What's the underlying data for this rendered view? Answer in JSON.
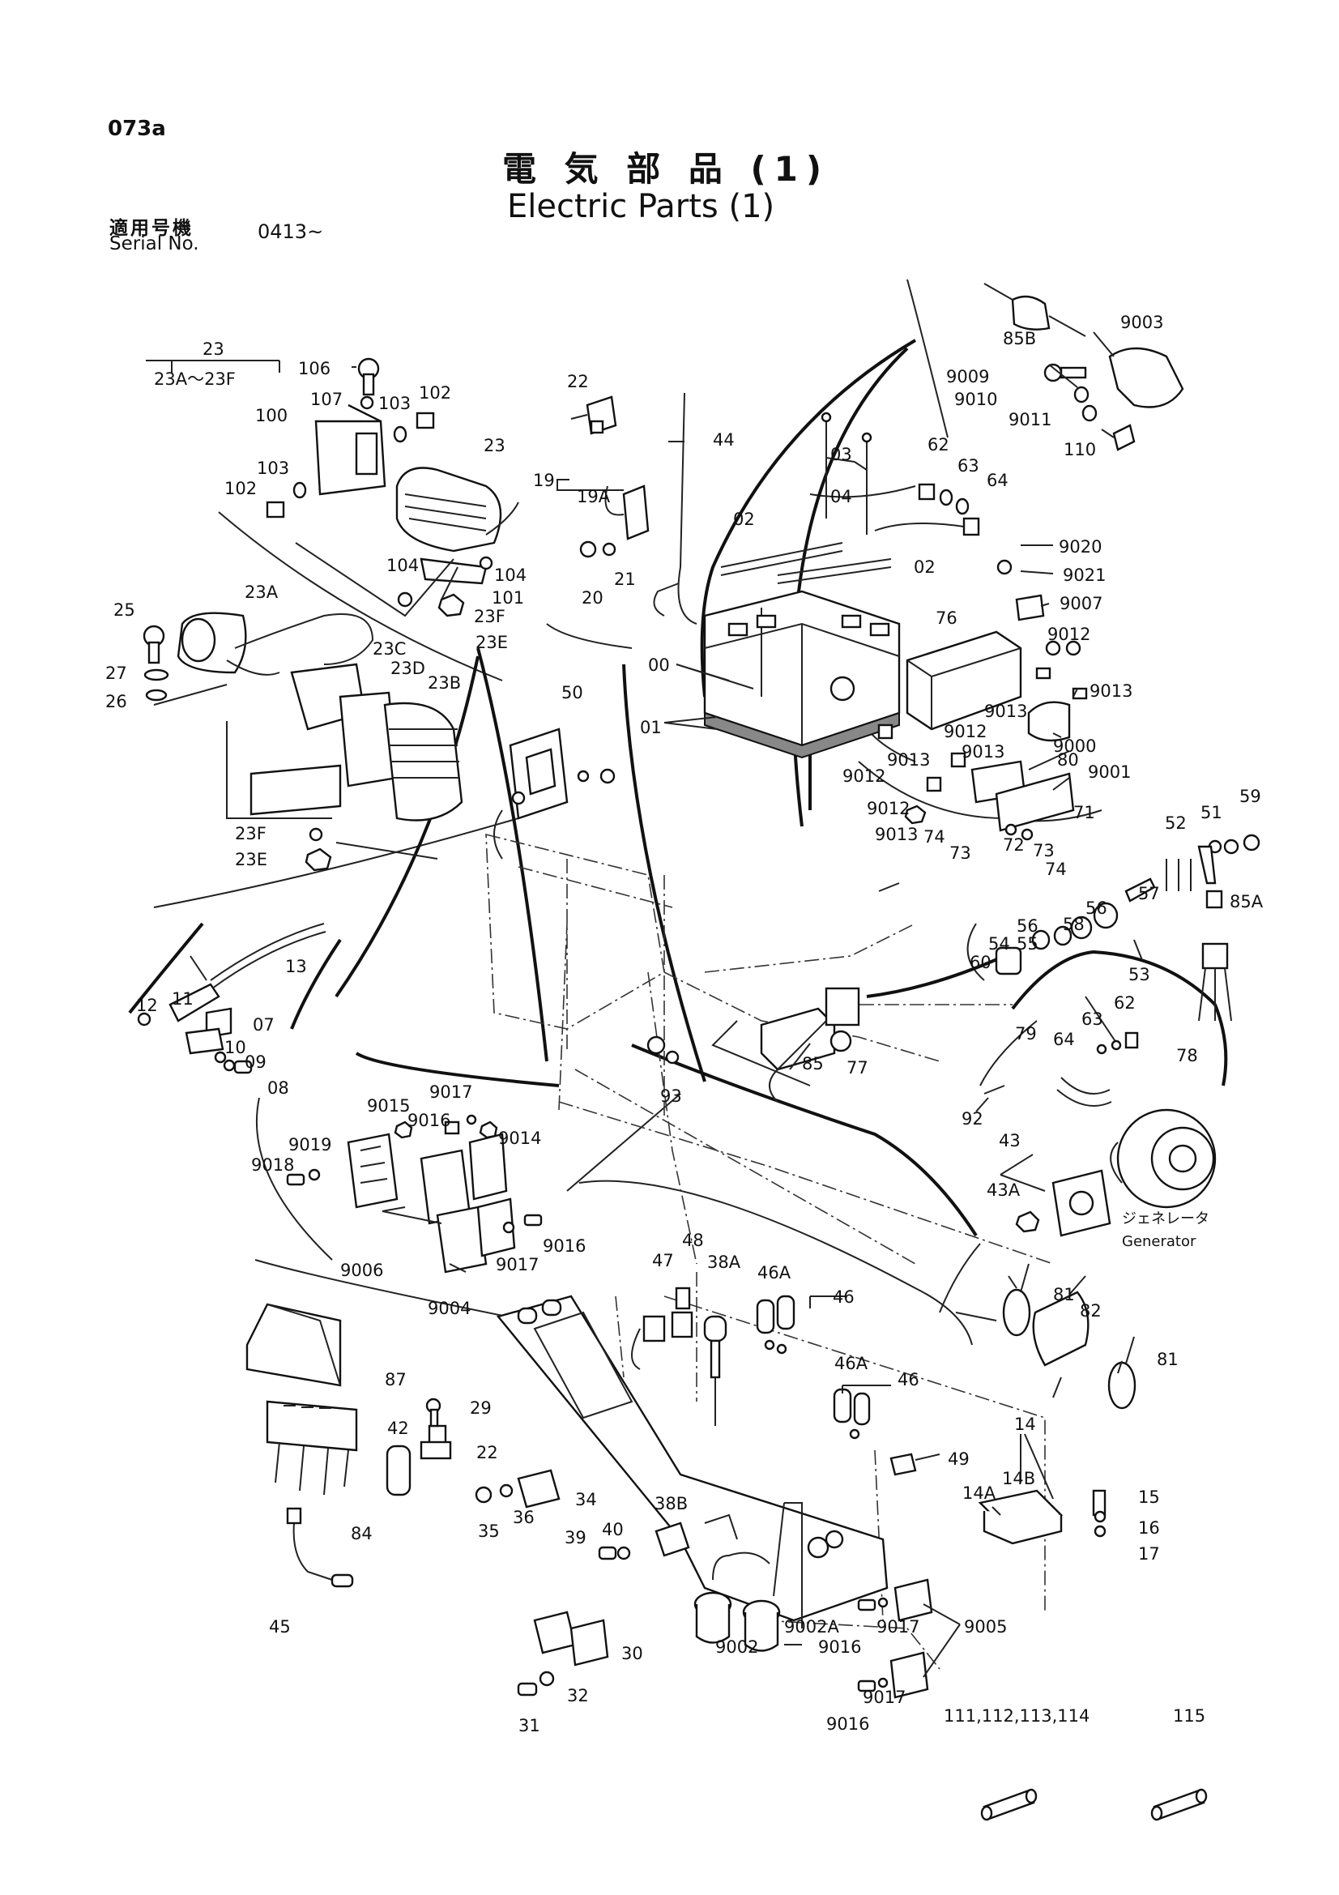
{
  "header": {
    "page_code": "073a",
    "title_jp": "電 気 部 品 (1)",
    "title_en": "Electric Parts (1)",
    "serial_label_jp": "適用号機",
    "serial_label_en": "Serial No.",
    "serial_value": "0413~"
  },
  "generator": {
    "label_jp": "ジェネレータ",
    "label_en": "Generator"
  },
  "callouts": {
    "c23_top": "23",
    "c23_range": "23A～23F",
    "c106": "106",
    "c107": "107",
    "c103a": "103",
    "c102a": "102",
    "c100": "100",
    "c103b": "103",
    "c102b": "102",
    "c23b": "23",
    "c104a": "104",
    "c104b": "104",
    "c101": "101",
    "c23F": "23F",
    "c23E": "23E",
    "c25": "25",
    "c23A": "23A",
    "c27": "27",
    "c26": "26",
    "c23C": "23C",
    "c23D": "23D",
    "c23B": "23B",
    "c23Fb": "23F",
    "c23Eb": "23E",
    "c22a": "22",
    "c44": "44",
    "c19": "19",
    "c19A": "19A",
    "c20": "20",
    "c21": "21",
    "c50": "50",
    "c03": "03",
    "c04": "04",
    "c02a": "02",
    "c02b": "02",
    "c00": "00",
    "c01": "01",
    "c62a": "62",
    "c63a": "63",
    "c64a": "64",
    "c85B": "85B",
    "c9003": "9003",
    "c9009": "9009",
    "c9010": "9010",
    "c9011": "9011",
    "c110": "110",
    "c9020": "9020",
    "c9021": "9021",
    "c9007": "9007",
    "c76": "76",
    "c9012a": "9012",
    "c9013a": "9013",
    "c9013b": "9013",
    "c9000": "9000",
    "c9012b": "9012",
    "c9013c": "9013",
    "c9013d": "9013",
    "c80": "80",
    "c9001": "9001",
    "c9012c": "9012",
    "c9012d": "9012",
    "c71": "71",
    "c9013e": "9013",
    "c74a": "74",
    "c73a": "73",
    "c72": "72",
    "c73b": "73",
    "c74b": "74",
    "c59": "59",
    "c52": "52",
    "c51": "51",
    "c57": "57",
    "c85A": "85A",
    "c56a": "56",
    "c58": "58",
    "c56b": "56",
    "c54": "54",
    "c55": "55",
    "c60": "60",
    "c53": "53",
    "c12": "12",
    "c11": "11",
    "c13": "13",
    "c07": "07",
    "c10": "10",
    "c09": "09",
    "c08": "08",
    "c79": "79",
    "c63b": "63",
    "c62b": "62",
    "c64b": "64",
    "c78": "78",
    "c77": "77",
    "c85": "85",
    "c93": "93",
    "c92": "92",
    "c9015": "9015",
    "c9017a": "9017",
    "c9016a": "9016",
    "c9014": "9014",
    "c9019": "9019",
    "c9018": "9018",
    "c9006": "9006",
    "c9004": "9004",
    "c9016b": "9016",
    "c9017b": "9017",
    "c43": "43",
    "c43A": "43A",
    "c48": "48",
    "c47": "47",
    "c38A": "38A",
    "c46A": "46A",
    "c46": "46",
    "c46Ab": "46A",
    "c46b": "46",
    "c81a": "81",
    "c82": "82",
    "c81b": "81",
    "c87": "87",
    "c42": "42",
    "c29": "29",
    "c22b": "22",
    "c84": "84",
    "c34": "34",
    "c36": "36",
    "c35": "35",
    "c38B": "38B",
    "c40": "40",
    "c39": "39",
    "c45": "45",
    "c49": "49",
    "c14": "14",
    "c14B": "14B",
    "c14A": "14A",
    "c15": "15",
    "c16": "16",
    "c17": "17",
    "c9002A": "9002A",
    "c9002": "9002",
    "c9017c": "9017",
    "c9005": "9005",
    "c9016c": "9016",
    "c9017d": "9017",
    "c9016d": "9016",
    "c30": "30",
    "c32": "32",
    "c31": "31",
    "c111": "111,112,113,114",
    "c115": "115"
  }
}
